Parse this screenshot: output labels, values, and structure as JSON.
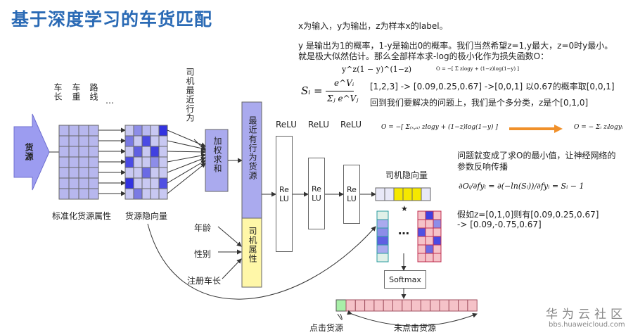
{
  "title": "基于深度学习的车货匹配",
  "input_labels": {
    "cargo": "货源",
    "attrs": [
      "车长",
      "车重",
      "路线",
      "…"
    ],
    "driver_history": "司机最近行为",
    "weighted_sum": "加权求和",
    "cargo_attr_label": "标准化货源属性",
    "cargo_hidden_label": "货源隐向量",
    "driver_attrs": [
      "年龄",
      "性别",
      "注册车长"
    ]
  },
  "stack": {
    "recent_behavior": "最近有行为货源",
    "driver_attr": "司机属性"
  },
  "layers": {
    "relu_headers": [
      "ReLU",
      "ReLU",
      "ReLU"
    ],
    "relu_box": "ReLU",
    "driver_hidden": "司机隐向量",
    "star": "★",
    "ellipsis": "…",
    "softmax": "Softmax",
    "clicked": "点击货源",
    "not_clicked": "未点击货源"
  },
  "notes": {
    "line1": "x为输入，y为输出，z为样本x的label。",
    "line2": "y 是输出为1的概率，1-y是输出0的概率。我们当然希望z=1,y最大，z=0时y最小。",
    "line3": "就是极大似然估计。那么全部样本求-log的极小化作为损失函数O：",
    "example1": "[1,2,3] ->  [0.09,0.25,0.67] ->[0,0,1]  以0.67的概率取[0,0,1]",
    "example2": "回到我们要解决的问题上，我们是个多分类，z是个[0,1,0]",
    "problem1": "问题就变成了求O的最小值，让神经网络的",
    "problem2": "参数反响传播",
    "assume1": "假如z=[0,1,0]则有[0.09,0.25,0.67]",
    "assume2": "-> [0.09,-0.75,0.67]"
  },
  "formulas": {
    "likelihood": "y^z(1 − y)^(1−z)",
    "loss_small": "O = −[ Σ zlogy + (1−z)log(1−y) ]",
    "softmax_lhs": "Sᵢ =",
    "softmax_num": "e^Vᵢ",
    "softmax_den": "Σⱼ e^Vⱼ",
    "loss_mid": "O = −[ Σ₍ₓ,ᵤ₎ zlogy + (1−z)log(1−y) ]",
    "loss_right": "O = − Σᵢ zᵢlogyᵢ",
    "grad": "∂Oᵢ/∂fyᵢ = ∂(−ln(Sᵢ))/∂fyᵢ = Sᵢ − 1"
  },
  "watermark": {
    "brand": "华为云社区",
    "url": "bbs.huaweicloud.com"
  },
  "colors": {
    "title": "#2a6ab5",
    "grid_fill": "#b7b7ee",
    "stack_top": "#aaaaee",
    "stack_bottom": "#fff7a8",
    "yellow_cell": "#f5e800",
    "pink": "#f5c2c8",
    "green": "#a8efa8",
    "orange_arrow": "#f0902a"
  }
}
